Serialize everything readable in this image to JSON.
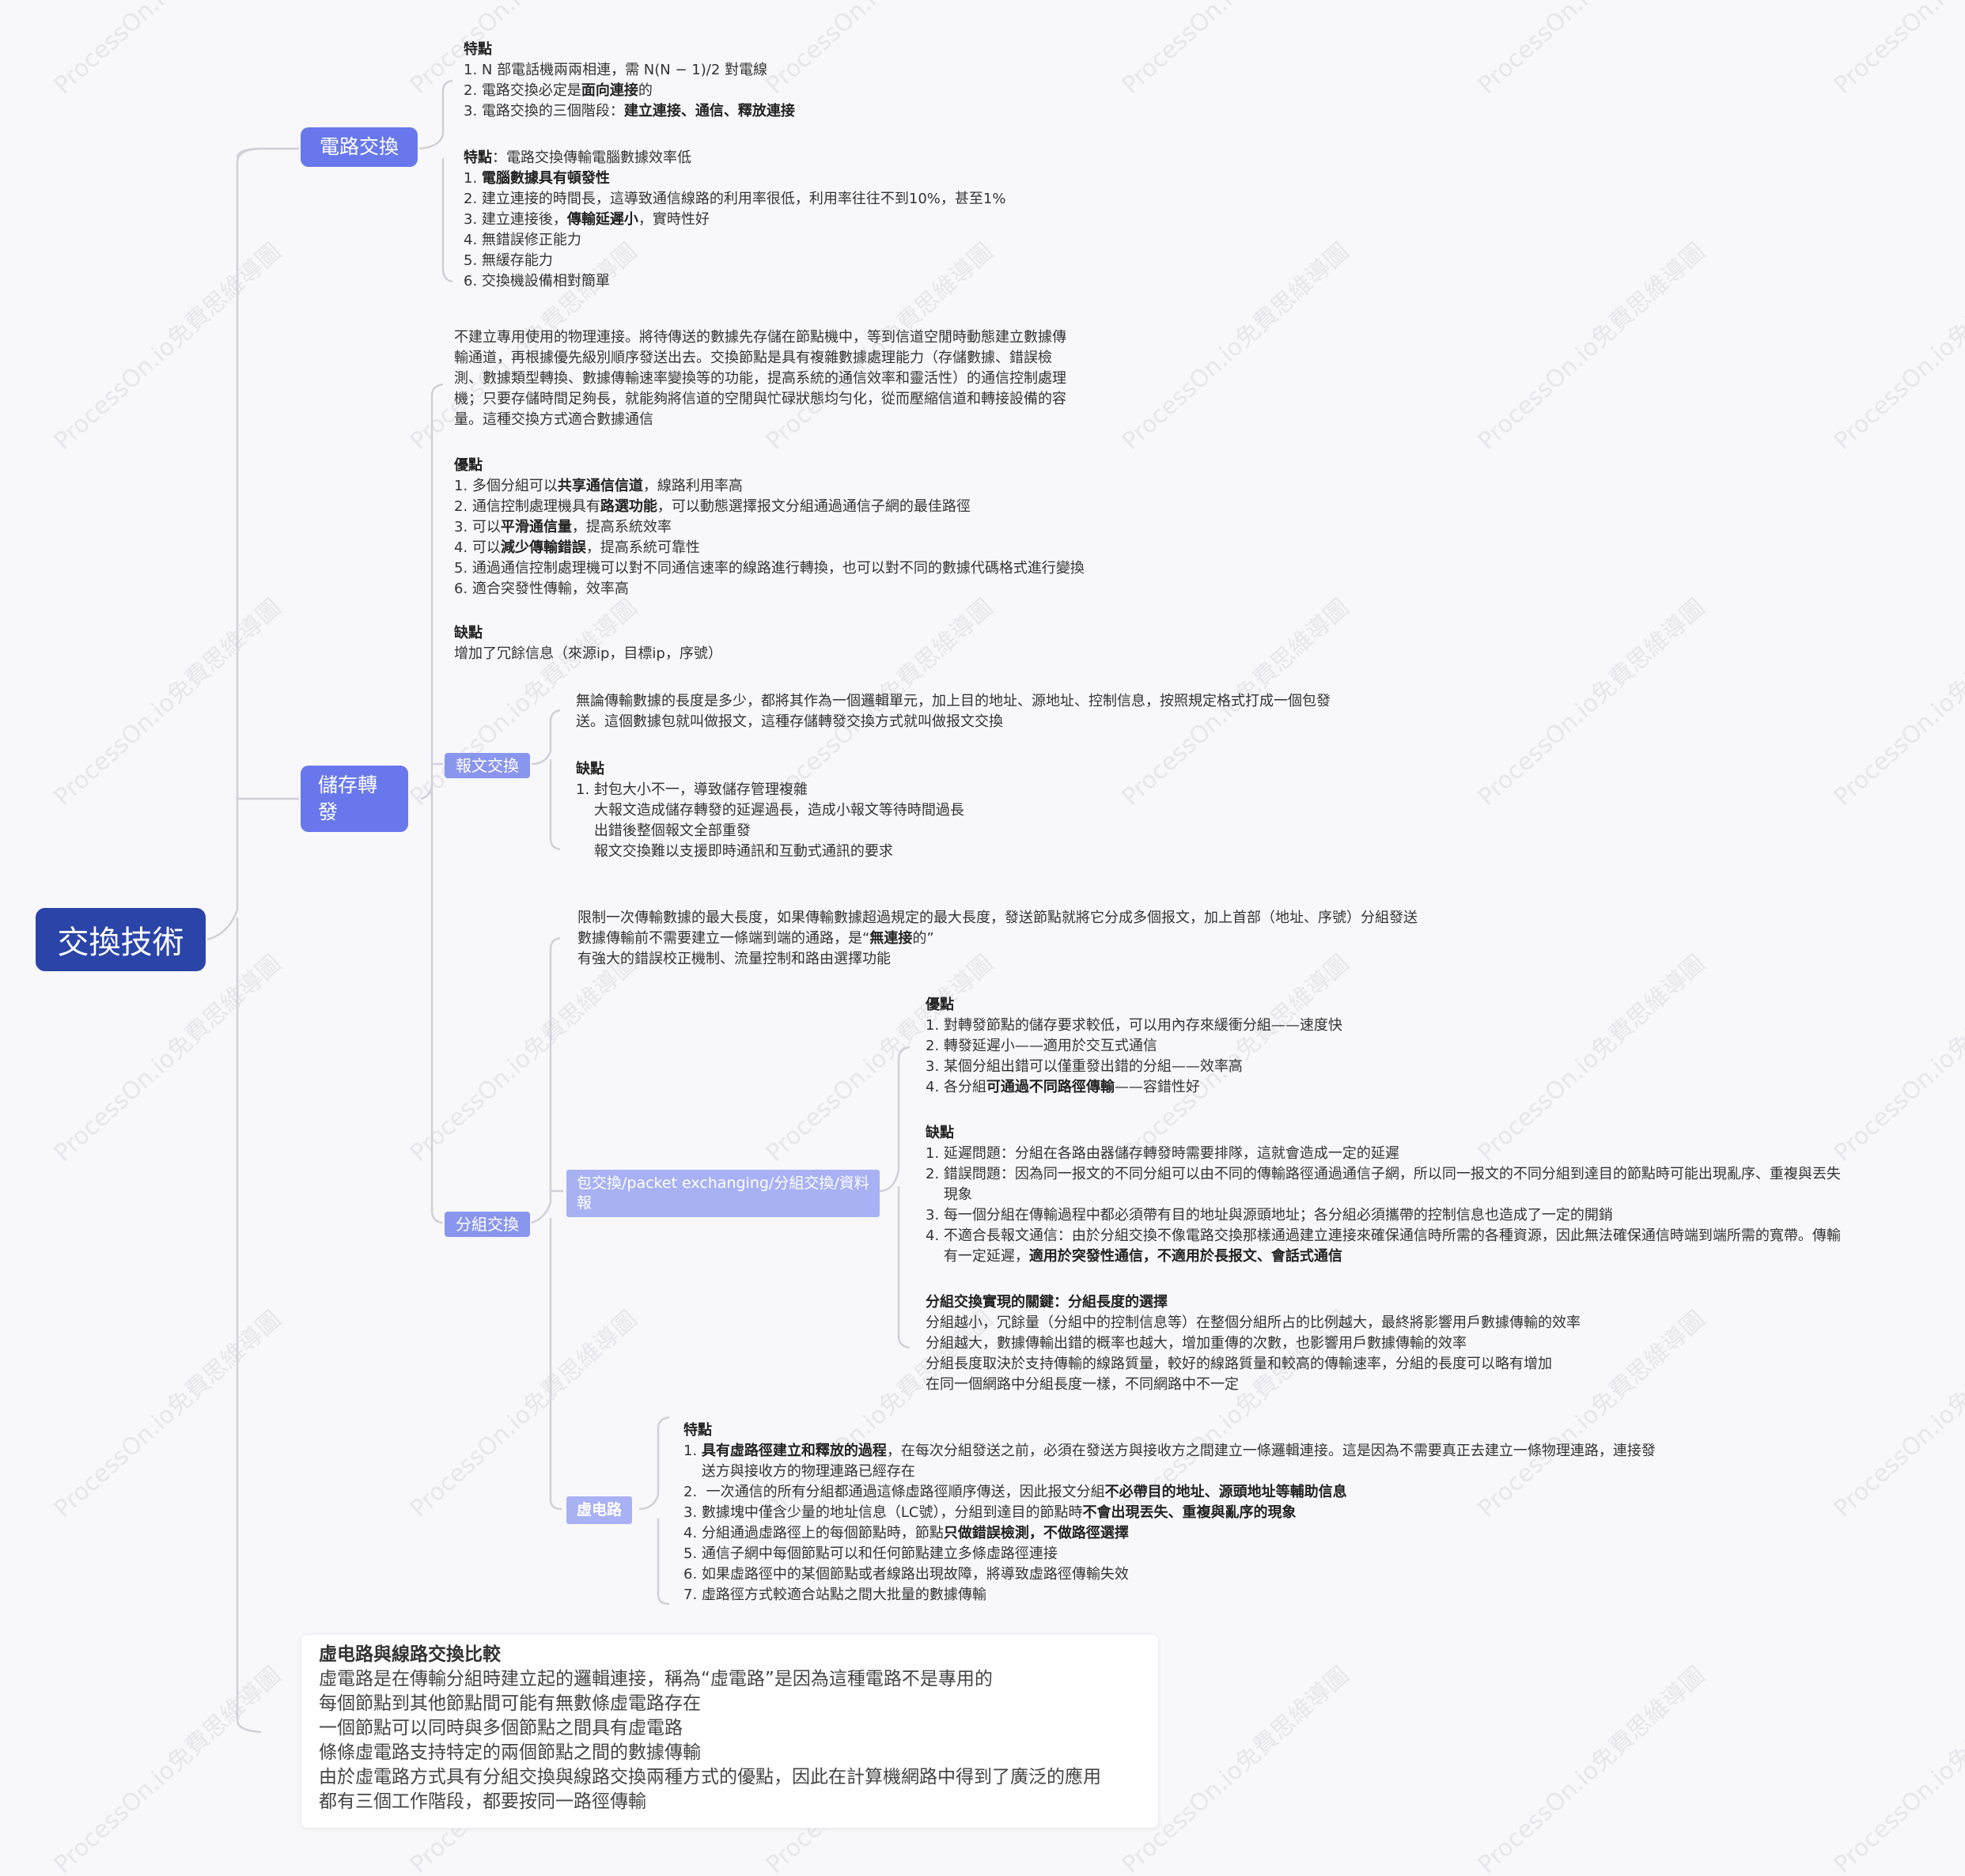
{
  "watermark": "ProcessOn.io免費思維導圖",
  "colors": {
    "root": "#2b44a8",
    "level1": "#6878ec",
    "level2": "#8a95ee",
    "level3": "#a8b1f3",
    "connector": "#d0d0d8"
  },
  "root": "交換技術",
  "circuit": {
    "label": "電路交換",
    "features_a": [
      [
        {
          "t": "特點",
          "b": true
        }
      ],
      [
        {
          "t": "1. N 部電話機兩兩相連，需 N(N − 1)/2 對電線"
        }
      ],
      [
        {
          "t": "2. 電路交換必定是"
        },
        {
          "t": "面向連接",
          "b": true
        },
        {
          "t": "的"
        }
      ],
      [
        {
          "t": "3. 電路交換的三個階段："
        },
        {
          "t": "建立連接、通信、釋放連接",
          "b": true
        }
      ]
    ],
    "features_b": [
      [
        {
          "t": "特點",
          "b": true
        },
        {
          "t": "：電路交換傳輸電腦數據效率低"
        }
      ],
      [
        {
          "t": "1. "
        },
        {
          "t": "電腦數據具有頓發性",
          "b": true
        }
      ],
      [
        {
          "t": "2. 建立連接的時間長，這導致通信線路的利用率很低，利用率往往不到10%，甚至1%"
        }
      ],
      [
        {
          "t": "3. 建立連接後，"
        },
        {
          "t": "傳輸延遲小",
          "b": true
        },
        {
          "t": "，實時性好"
        }
      ],
      [
        {
          "t": "4. 無錯誤修正能力"
        }
      ],
      [
        {
          "t": "5. 無緩存能力"
        }
      ],
      [
        {
          "t": "6. 交換機設備相對簡單"
        }
      ]
    ]
  },
  "store": {
    "label": "儲存轉發",
    "intro": [
      [
        {
          "t": "不建立專用使用的物理連接。將待傳送的數據先存儲在節點機中，等到信道空閒時動態建立數據傳"
        }
      ],
      [
        {
          "t": "輸通道，再根據優先級別順序發送出去。交換節點是具有複雜數據處理能力（存儲數據、錯誤檢"
        }
      ],
      [
        {
          "t": "測、數據類型轉換、數據傳輸速率變換等的功能，提高系統的通信效率和靈活性）的通信控制處理"
        }
      ],
      [
        {
          "t": "機；只要存儲時間足夠長，就能夠將信道的空閒與忙碌狀態均勻化，從而壓縮信道和轉接設備的容"
        }
      ],
      [
        {
          "t": "量。這種交換方式適合數據通信"
        }
      ]
    ],
    "pros": [
      [
        {
          "t": "優點",
          "b": true
        }
      ],
      [
        {
          "t": "1. 多個分組可以"
        },
        {
          "t": "共享通信信道",
          "b": true
        },
        {
          "t": "，線路利用率高"
        }
      ],
      [
        {
          "t": "2. 通信控制處理機具有"
        },
        {
          "t": "路選功能",
          "b": true
        },
        {
          "t": "，可以動態選擇报文分組通過通信子網的最佳路徑"
        }
      ],
      [
        {
          "t": "3. 可以"
        },
        {
          "t": "平滑通信量",
          "b": true
        },
        {
          "t": "，提高系統效率"
        }
      ],
      [
        {
          "t": "4. 可以"
        },
        {
          "t": "減少傳輸錯誤",
          "b": true
        },
        {
          "t": "，提高系統可靠性"
        }
      ],
      [
        {
          "t": "5. 通過通信控制處理機可以對不同通信速率的線路進行轉換，也可以對不同的數據代碼格式進行變換"
        }
      ],
      [
        {
          "t": "6. 適合突發性傳輸，效率高"
        }
      ]
    ],
    "cons": [
      [
        {
          "t": "缺點",
          "b": true
        }
      ],
      [
        {
          "t": "增加了冗餘信息（來源ip，目標ip，序號）"
        }
      ]
    ],
    "message": {
      "label": "報文交換",
      "intro": [
        [
          {
            "t": "無論傳輸數據的長度是多少，都將其作為一個邏輯單元，加上目的地址、源地址、控制信息，按照規定格式打成一個包發"
          }
        ],
        [
          {
            "t": "送。這個數據包就叫做报文，這種存儲轉發交換方式就叫做报文交換"
          }
        ]
      ],
      "cons": [
        [
          {
            "t": "缺點",
            "b": true
          }
        ],
        [
          {
            "t": "1. 封包大小不一，導致儲存管理複雜"
          }
        ],
        [
          {
            "t": "    大報文造成儲存轉發的延遲過長，造成小報文等待時間過長"
          }
        ],
        [
          {
            "t": "    出錯後整個報文全部重發"
          }
        ],
        [
          {
            "t": "    報文交換難以支援即時通訊和互動式通訊的要求"
          }
        ]
      ]
    },
    "packet": {
      "label": "分組交換",
      "intro": [
        [
          {
            "t": "限制一次傳輸數據的最大長度，如果傳輸數據超過規定的最大長度，發送節點就將它分成多個报文，加上首部（地址、序號）分組發送"
          }
        ],
        [
          {
            "t": "數據傳輸前不需要建立一條端到端的通路，是“"
          },
          {
            "t": "無連接",
            "b": true
          },
          {
            "t": "的”"
          }
        ],
        [
          {
            "t": "有強大的錯誤校正機制、流量控制和路由選擇功能"
          }
        ]
      ],
      "datagram": {
        "label": "包交換/packet exchanging/分組交換/資料報",
        "pros": [
          [
            {
              "t": "優點",
              "b": true
            }
          ],
          [
            {
              "t": "1. 對轉發節點的儲存要求較低，可以用內存來緩衝分組——速度快"
            }
          ],
          [
            {
              "t": "2. 轉發延遲小——適用於交互式通信"
            }
          ],
          [
            {
              "t": "3. 某個分組出錯可以僅重發出錯的分組——效率高"
            }
          ],
          [
            {
              "t": "4. 各分組"
            },
            {
              "t": "可通過不同路徑傳輸",
              "b": true
            },
            {
              "t": "——容錯性好"
            }
          ]
        ],
        "cons": [
          [
            {
              "t": "缺點",
              "b": true
            }
          ],
          [
            {
              "t": "1. 延遲問題：分組在各路由器儲存轉發時需要排隊，這就會造成一定的延遲"
            }
          ],
          [
            {
              "t": "2. 錯誤問題：因為同一报文的不同分組可以由不同的傳輸路徑通過通信子網，所以同一报文的不同分組到達目的節點時可能出現亂序、重複與丟失"
            }
          ],
          [
            {
              "t": "    現象"
            }
          ],
          [
            {
              "t": "3. 每一個分組在傳輸過程中都必須帶有目的地址與源頭地址；各分組必須攜帶的控制信息也造成了一定的開銷"
            }
          ],
          [
            {
              "t": "4. 不適合長報文通信：由於分組交換不像電路交換那樣通過建立連接來確保通信時所需的各種資源，因此無法確保通信時端到端所需的寬帶。傳輸"
            }
          ],
          [
            {
              "t": "    有一定延遲，"
            },
            {
              "t": "適用於突發性通信，不適用於長报文、會話式通信",
              "b": true
            }
          ]
        ],
        "key": [
          [
            {
              "t": "分組交換實現的關鍵：分組長度的選擇",
              "b": true
            }
          ],
          [
            {
              "t": "分組越小，冗餘量（分組中的控制信息等）在整個分組所占的比例越大，最終將影響用戶數據傳輸的效率"
            }
          ],
          [
            {
              "t": "分組越大，數據傳輸出錯的概率也越大，增加重傳的次數，也影響用戶數據傳輸的效率"
            }
          ],
          [
            {
              "t": "分組長度取決於支持傳輸的線路質量，較好的線路質量和較高的傳輸速率，分組的長度可以略有增加"
            }
          ],
          [
            {
              "t": "在同一個網路中分組長度一樣，不同網路中不一定"
            }
          ]
        ]
      },
      "virtual": {
        "label": "虛电路",
        "features": [
          [
            {
              "t": "特點",
              "b": true
            }
          ],
          [
            {
              "t": "1. "
            },
            {
              "t": "具有虛路徑建立和釋放的過程",
              "b": true
            },
            {
              "t": "，在每次分組發送之前，必須在發送方與接收方之間建立一條邏輯連接。這是因為不需要真正去建立一條物理連路，連接發"
            }
          ],
          [
            {
              "t": "    送方與接收方的物理連路已經存在"
            }
          ],
          [
            {
              "t": "2.  一次通信的所有分組都通過這條虛路徑順序傳送，因此报文分組"
            },
            {
              "t": "不必帶目的地址、源頭地址等輔助信息",
              "b": true
            }
          ],
          [
            {
              "t": "3. 數據塊中僅含少量的地址信息（LC號），分組到達目的節點時"
            },
            {
              "t": "不會出現丟失、重複與亂序的現象",
              "b": true
            }
          ],
          [
            {
              "t": "4. 分組通過虛路徑上的每個節點時，節點"
            },
            {
              "t": "只做錯誤檢測，不做路徑選擇",
              "b": true
            }
          ],
          [
            {
              "t": "5. 通信子網中每個節點可以和任何節點建立多條虛路徑連接"
            }
          ],
          [
            {
              "t": "6. 如果虛路徑中的某個節點或者線路出現故障，將導致虛路徑傳輸失效"
            }
          ],
          [
            {
              "t": "7. 虛路徑方式較適合站點之間大批量的數據傳輸"
            }
          ]
        ]
      }
    }
  },
  "comparison": [
    [
      {
        "t": "虛电路與線路交換比較",
        "b": true
      }
    ],
    [
      {
        "t": "虛電路是在傳輸分組時建立起的邏輯連接，稱為“虛電路”是因為這種電路不是專用的"
      }
    ],
    [
      {
        "t": "每個節點到其他節點間可能有無數條虛電路存在"
      }
    ],
    [
      {
        "t": "一個節點可以同時與多個節點之間具有虛電路"
      }
    ],
    [
      {
        "t": "條條虛電路支持特定的兩個節點之間的數據傳輸"
      }
    ],
    [
      {
        "t": "由於虛電路方式具有分組交換與線路交換兩種方式的優點，因此在計算機網路中得到了廣泛的應用"
      }
    ],
    [
      {
        "t": "都有三個工作階段，都要按同一路徑傳輸"
      }
    ]
  ]
}
